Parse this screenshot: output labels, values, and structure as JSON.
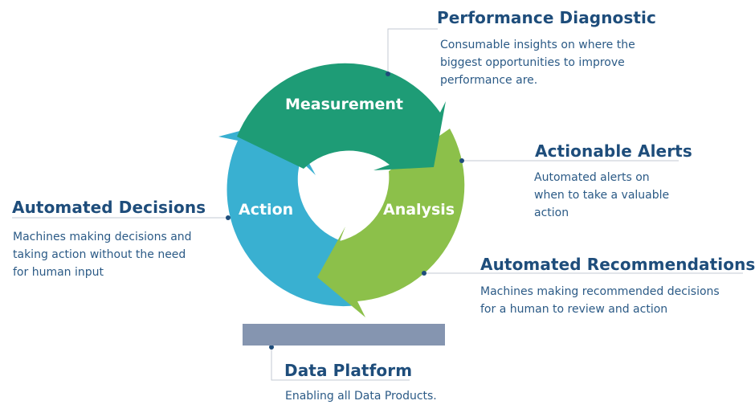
{
  "cycle": {
    "measurement": {
      "label": "Measurement",
      "color": "#1e9c76"
    },
    "analysis": {
      "label": "Analysis",
      "color": "#8cc04a"
    },
    "action": {
      "label": "Action",
      "color": "#39b0d1"
    }
  },
  "callouts": {
    "performance_diagnostic": {
      "title": "Performance Diagnostic",
      "lines": [
        "Consumable insights on where the",
        "biggest opportunities to improve",
        "performance are."
      ]
    },
    "actionable_alerts": {
      "title": "Actionable Alerts",
      "lines": [
        "Automated alerts on",
        "when to take a valuable",
        "action"
      ]
    },
    "automated_recommendations": {
      "title": "Automated Recommendations",
      "lines": [
        "Machines making recommended decisions",
        "for a human to review and action"
      ]
    },
    "automated_decisions": {
      "title": "Automated Decisions",
      "lines": [
        "Machines making decisions and",
        "taking action without the need",
        "for human input"
      ]
    },
    "data_platform": {
      "title": "Data Platform",
      "lines": [
        "Enabling all Data Products."
      ]
    }
  },
  "colors": {
    "title": "#1e4d7b",
    "text": "#2b5a86",
    "line": "#b9c2cc",
    "dot": "#1e4d7b",
    "platform": "#8595b0"
  }
}
